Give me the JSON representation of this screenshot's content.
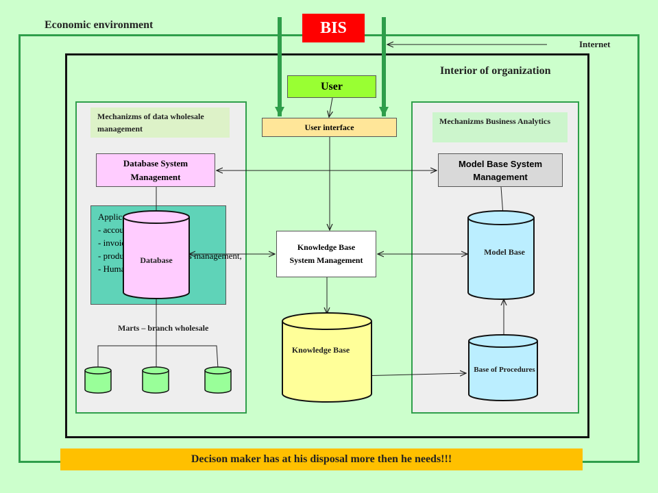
{
  "title": "BIS",
  "labels": {
    "economic_environment": "Economic environment",
    "internet": "Internet",
    "interior": "Interior of organization",
    "marts": "Marts – branch wholesale"
  },
  "boxes": {
    "user": "User",
    "user_interface": "User interface",
    "dbsm": "Database System Management",
    "kbsm": "Knowledge Base System Management",
    "mbsm": "Model Base System Management"
  },
  "notes": {
    "data_wholesale": "Mechanizms of data wholesale management",
    "business_analytics": "Mechanizms Business Analytics"
  },
  "applications": {
    "heading": "Applications:",
    "items": [
      "- accounting and finance,",
      "- invoicing and sales,",
      "- production and materials management,",
      "- Human resources"
    ]
  },
  "cylinders": {
    "database": "Database",
    "knowledge_base": "Knowledge Base",
    "model_base": "Model Base",
    "base_of_procedures": "Base of Procedures"
  },
  "banner": "Decison maker has at his disposal more then he needs!!!",
  "colors": {
    "background": "#ccffcc",
    "frame": "#2e9e4a",
    "bis": "#ff0000",
    "user": "#99ff33",
    "user_interface": "#ffe699",
    "dbsm": "#ffccff",
    "applications": "#5fd3b8",
    "note": "#ddf2c8",
    "database": "#ffccff",
    "knowledge_base": "#ffff99",
    "model_base": "#bbeeff",
    "mart": "#99ff99",
    "banner": "#ffc000"
  }
}
